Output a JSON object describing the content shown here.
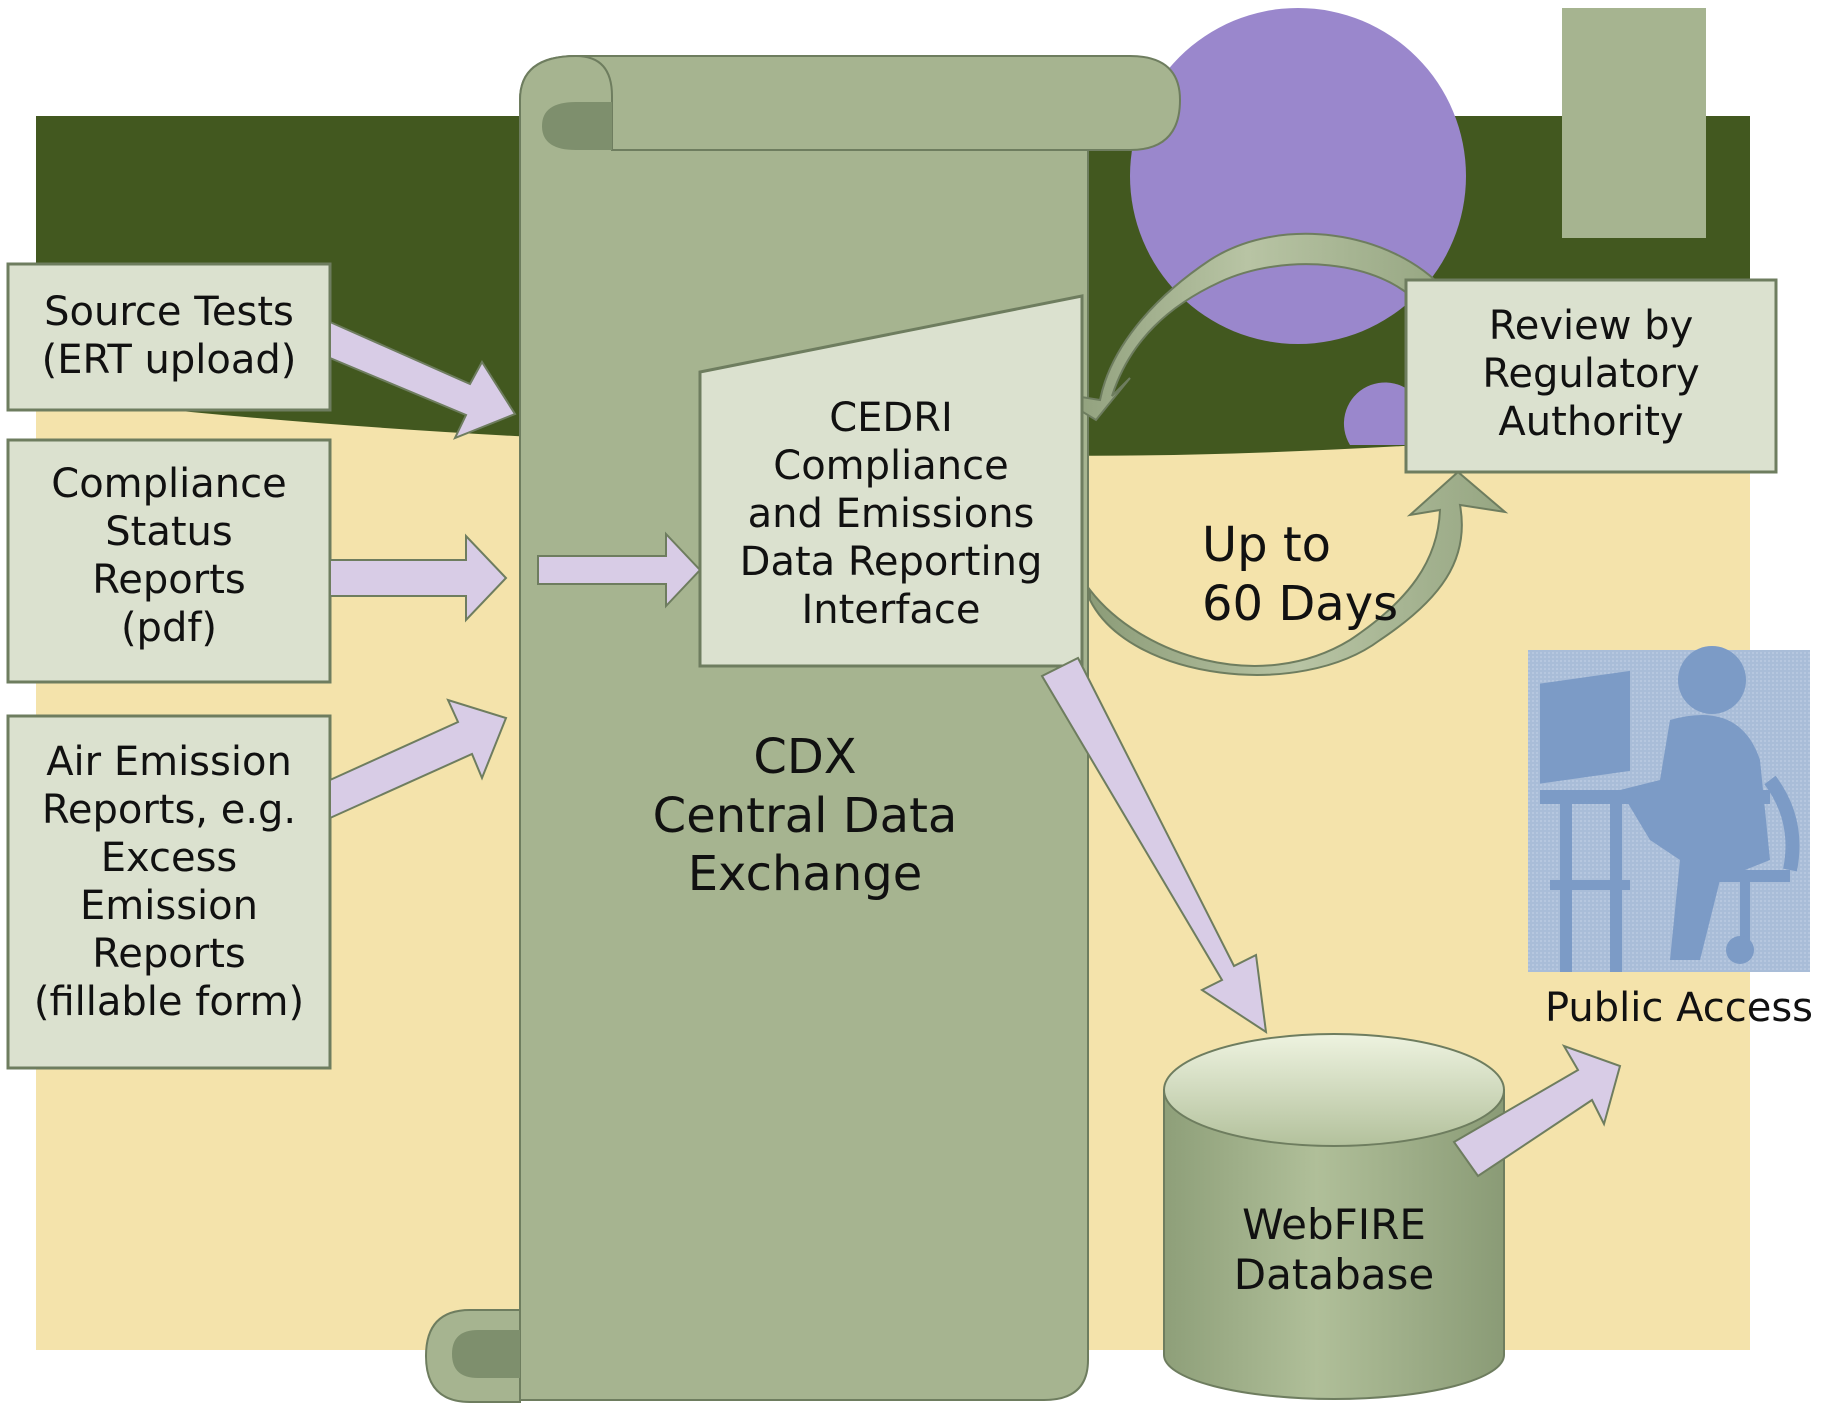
{
  "colors": {
    "background_band": "#f4e3ab",
    "dark_green": "#42581f",
    "sage": "#a6b490",
    "sage_dark": "#7e8f6d",
    "box_fill": "#dbe1cf",
    "box_border": "#6e7d5f",
    "arrow_fill": "#d8cce6",
    "purple_circle": "#9a87cc"
  },
  "inputs": [
    {
      "lines": [
        "Source Tests",
        "(ERT upload)"
      ]
    },
    {
      "lines": [
        "Compliance",
        "Status",
        "Reports",
        "(pdf)"
      ]
    },
    {
      "lines": [
        "Air Emission",
        "Reports, e.g.",
        "Excess",
        "Emission",
        "Reports",
        "(fillable form)"
      ]
    }
  ],
  "cdx": {
    "lines": [
      "CDX",
      "Central Data",
      "Exchange"
    ]
  },
  "cedri": {
    "lines": [
      "CEDRI",
      "Compliance",
      "and Emissions",
      "Data Reporting",
      "Interface"
    ]
  },
  "review": {
    "lines": [
      "Review by",
      "Regulatory",
      "Authority"
    ]
  },
  "cycle": {
    "lines": [
      "Up to",
      "60 Days"
    ]
  },
  "database": {
    "lines": [
      "WebFIRE",
      "Database"
    ]
  },
  "public": {
    "label": "Public Access",
    "icon": "person-at-computer-icon"
  }
}
